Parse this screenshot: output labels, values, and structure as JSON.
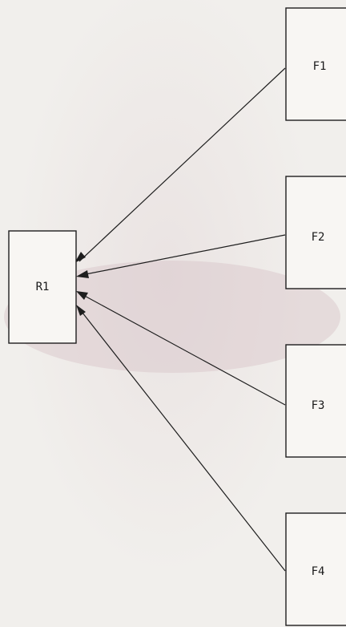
{
  "diagram": {
    "nodes": [
      {
        "id": "R1",
        "label": "R1"
      },
      {
        "id": "F1",
        "label": "F1"
      },
      {
        "id": "F2",
        "label": "F2"
      },
      {
        "id": "F3",
        "label": "F3"
      },
      {
        "id": "F4",
        "label": "F4"
      }
    ],
    "edges": [
      {
        "from": "F1",
        "to": "R1"
      },
      {
        "from": "F2",
        "to": "R1"
      },
      {
        "from": "F3",
        "to": "R1"
      },
      {
        "from": "F4",
        "to": "R1"
      }
    ],
    "colors": {
      "line": "#1e1e1e",
      "background": "#f1efec",
      "watermark": "#d8c4c8"
    }
  }
}
